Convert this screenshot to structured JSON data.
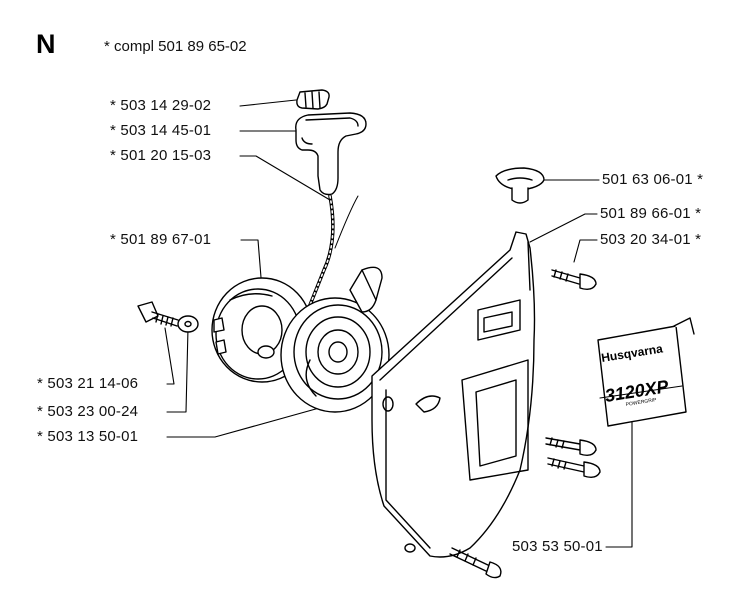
{
  "section_letter": "N",
  "complete_assembly": "* compl 501 89 65-02",
  "parts_left": [
    {
      "label": "* 503 14 29-02"
    },
    {
      "label": "* 503 14 45-01"
    },
    {
      "label": "* 501 20 15-03"
    },
    {
      "label": "* 501 89 67-01"
    },
    {
      "label": "* 503 21 14-06"
    },
    {
      "label": "* 503 23 00-24"
    },
    {
      "label": "* 503 13 50-01"
    }
  ],
  "parts_right": [
    {
      "label": "501 63 06-01 *"
    },
    {
      "label": "501 89 66-01 *"
    },
    {
      "label": "503 20 34-01 *"
    },
    {
      "label": "503 53 50-01"
    }
  ],
  "decal": {
    "brand": "Husqvarna",
    "model": "3120XP",
    "sub": "POWERGRIP"
  }
}
